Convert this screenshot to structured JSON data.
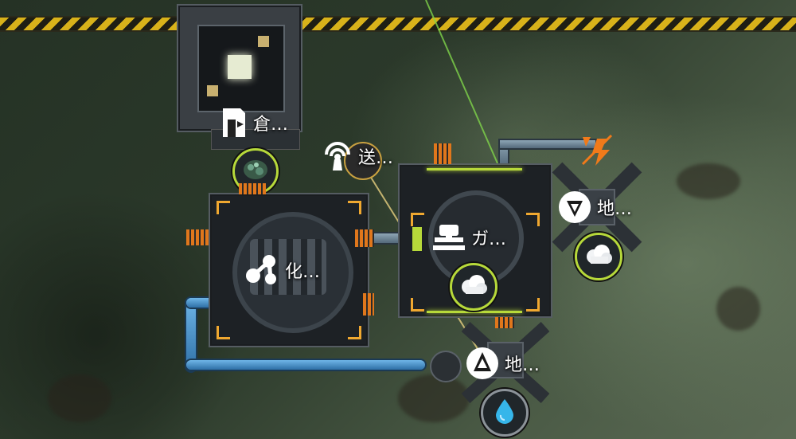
{
  "buildings": {
    "warehouse": {
      "label": "倉…",
      "icon": "warehouse-icon"
    },
    "transmitter": {
      "label": "送…",
      "icon": "antenna-icon"
    },
    "chemical_plant": {
      "label": "化…",
      "icon": "chemical-icon"
    },
    "gas_machine": {
      "label": "ガ…",
      "icon": "gas-machine-icon"
    },
    "extractor_top": {
      "label": "地…",
      "icon": "drill-down-icon"
    },
    "extractor_bottom": {
      "label": "地…",
      "icon": "drill-up-icon"
    }
  },
  "resources": {
    "warehouse_item": "ore-chunk-icon",
    "gas_output": "cloud-icon",
    "extractor_top_output": "cloud-icon",
    "extractor_bottom_output": "water-drop-icon"
  },
  "colors": {
    "hazard_yellow": "#d8b21a",
    "badge_ring": "#b7d93a",
    "pipe_blue": "#4a92c8",
    "accent_orange": "#f0a830",
    "laser_green": "#7fd44a"
  }
}
